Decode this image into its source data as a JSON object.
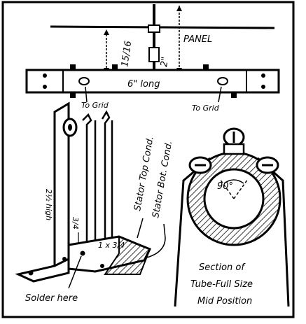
{
  "diagram": {
    "labels": {
      "panel": "PANEL",
      "dim_two_inch": "2\"",
      "dim_fifteen_sixteenths": "15/16",
      "bar_length": "6\" long",
      "to_grid_left": "To Grid",
      "to_grid_right": "To Grid",
      "height_label": "2½ high",
      "width_label": "3/4",
      "stator_top": "Stator Top Cond.",
      "stator_bot": "Stator Bot. Cond.",
      "base_size": "1 x 3/4",
      "solder_here": "Solder here",
      "section_line1": "Section of",
      "section_line2": "Tube-Full Size",
      "section_line3": "Mid Position",
      "angle": "90°"
    }
  }
}
